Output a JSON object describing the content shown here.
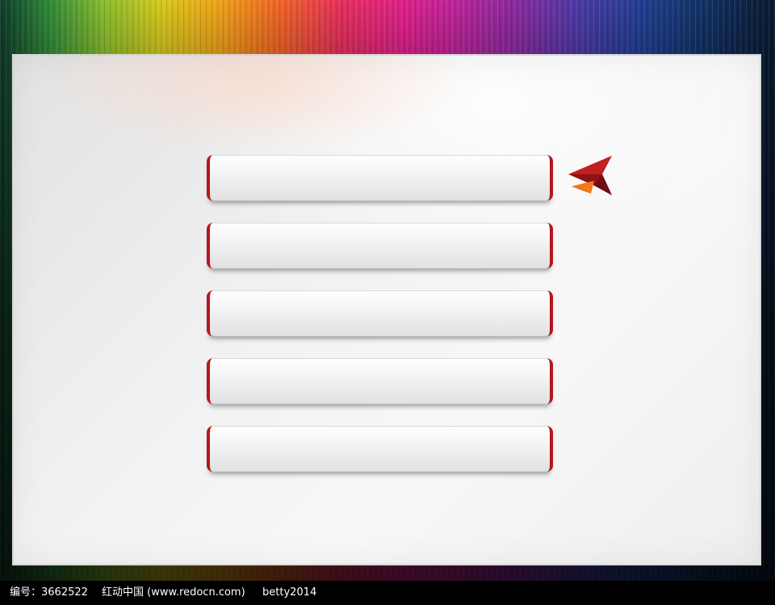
{
  "colors": {
    "accent": "#b3171b",
    "arrow_dark": "#a3161a",
    "arrow_orange": "#f07a14",
    "panel": "#f2f2f2",
    "footer_bg": "#000000",
    "footer_text": "#ffffff"
  },
  "bars": [
    {
      "label": ""
    },
    {
      "label": ""
    },
    {
      "label": ""
    },
    {
      "label": ""
    },
    {
      "label": ""
    }
  ],
  "pointer": {
    "icon": "double-arrow-left-icon"
  },
  "footer": {
    "id_text": "编号：3662522",
    "site_text": "红动中国 (www.redocn.com)",
    "user_text": "betty2014"
  }
}
